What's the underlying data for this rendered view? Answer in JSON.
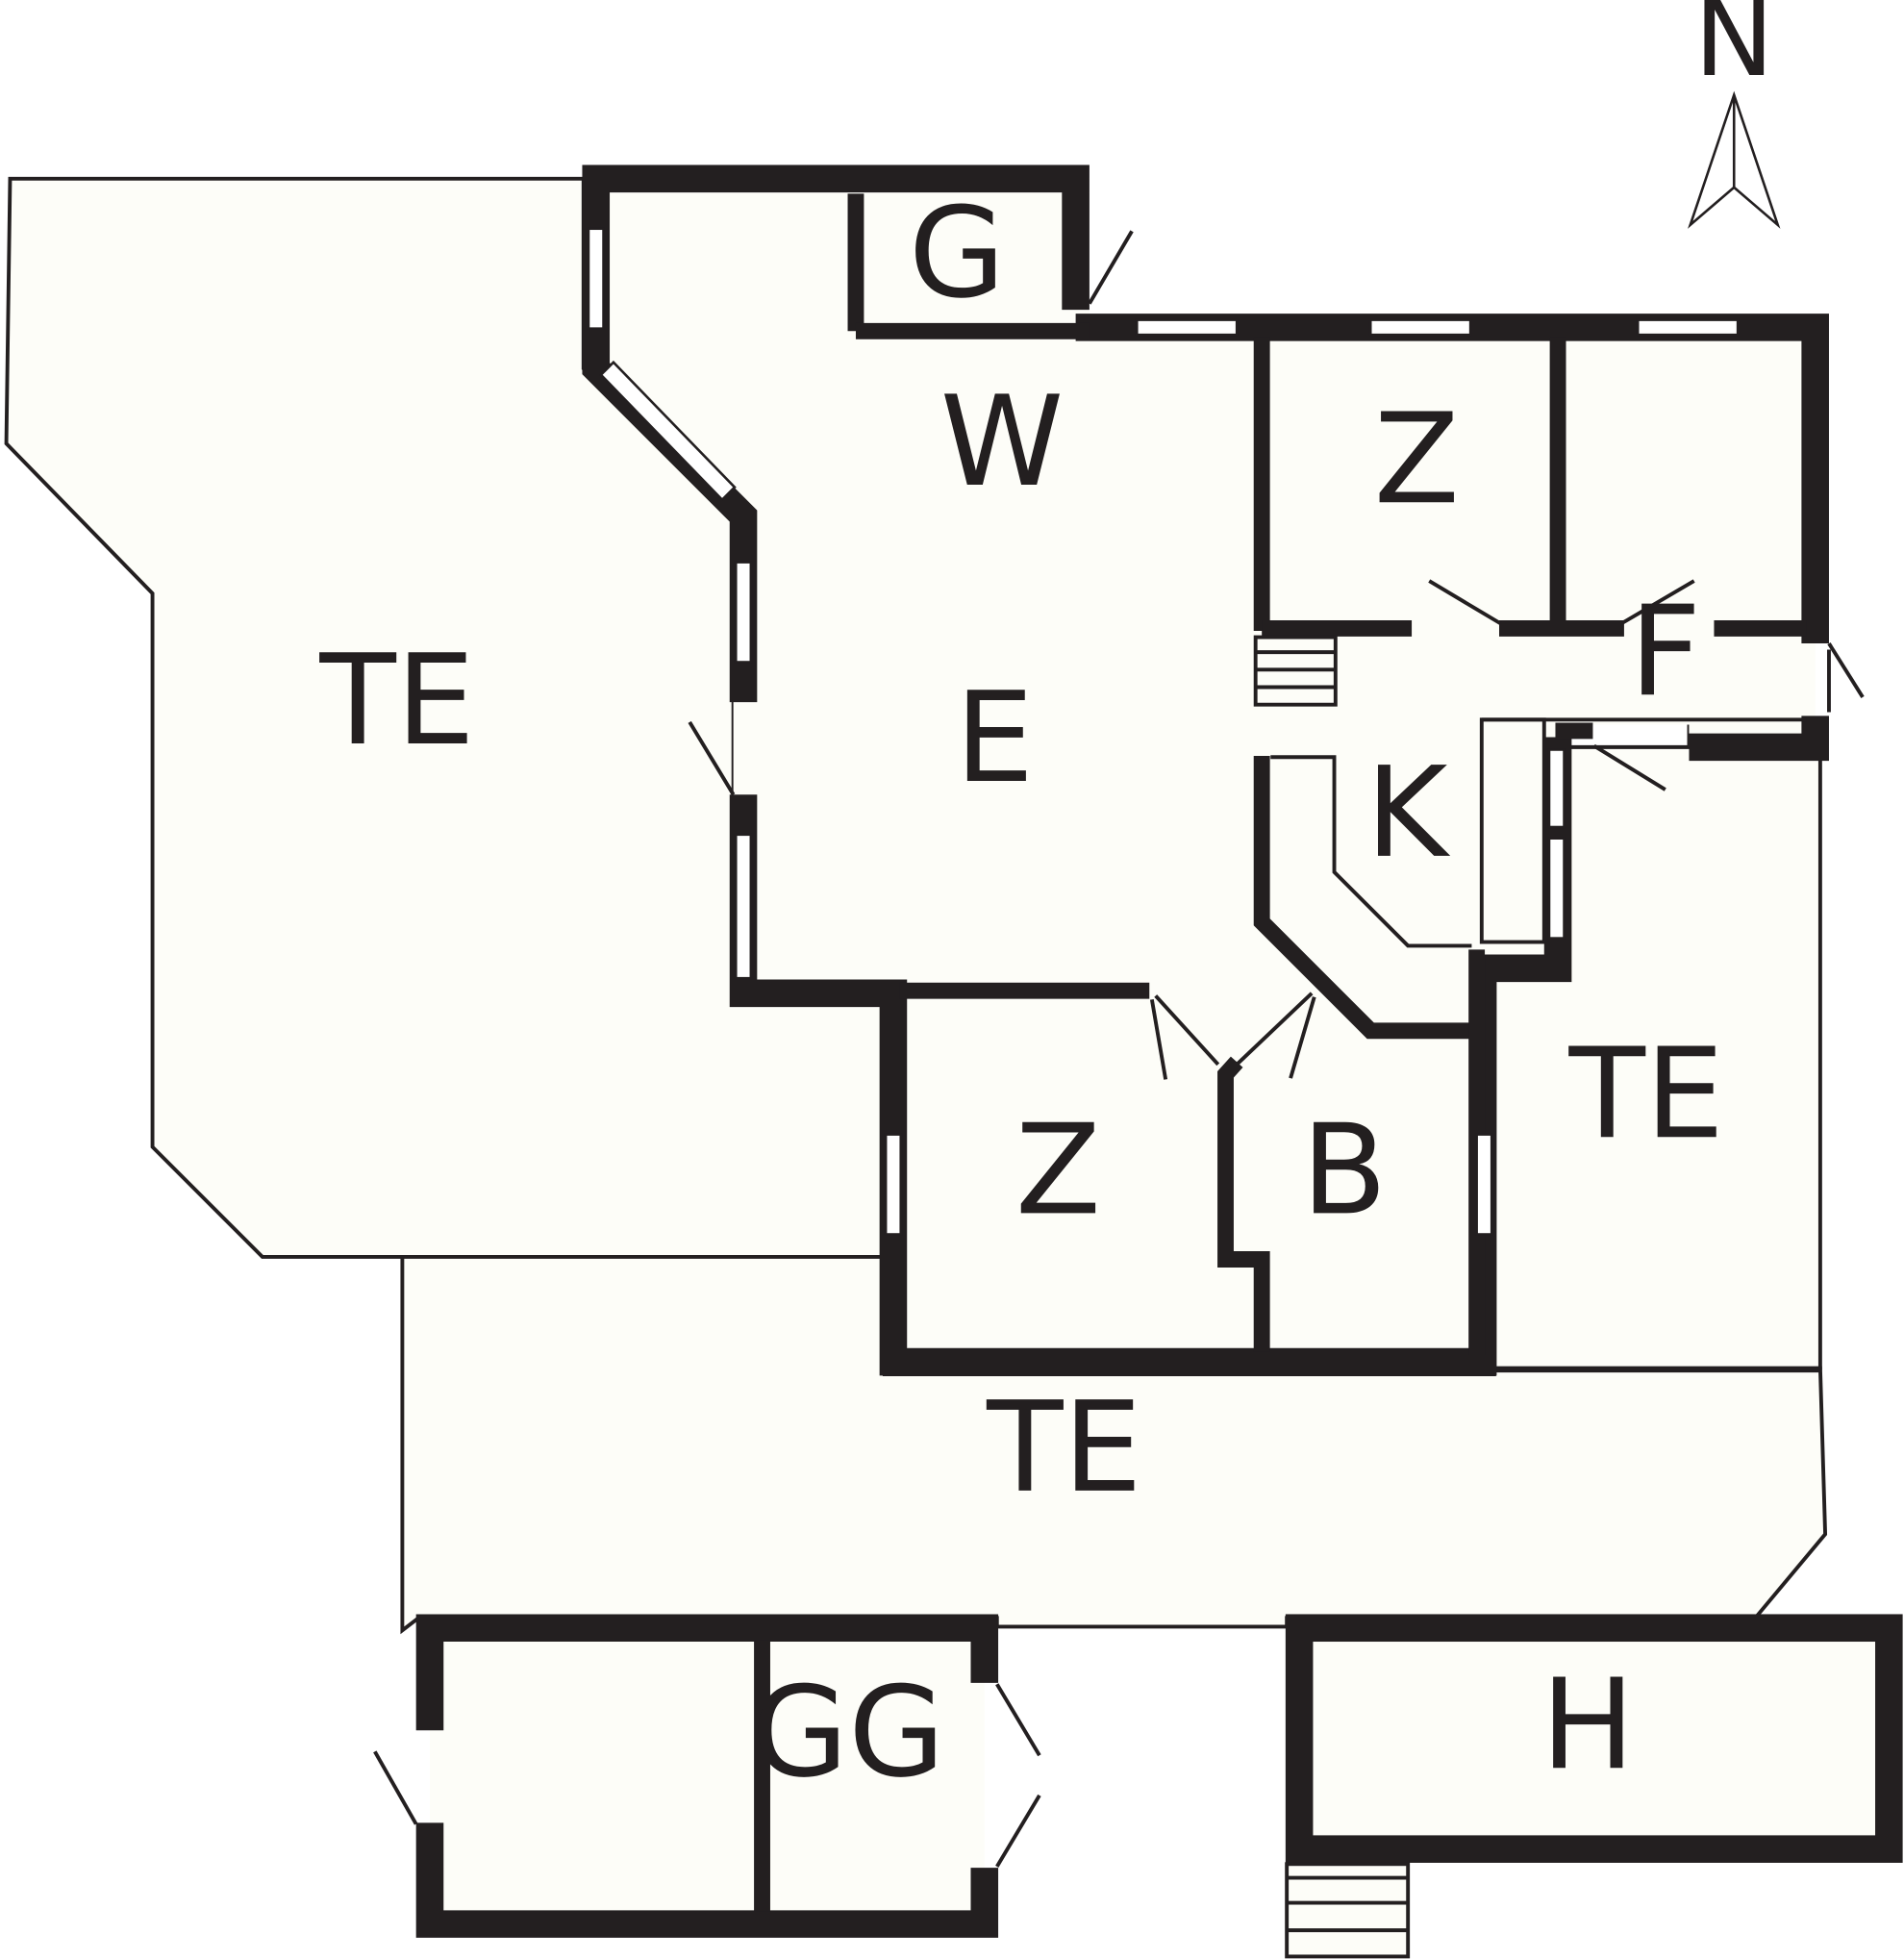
{
  "colors": {
    "wall": "#231f20",
    "floor": "#fdfdf8",
    "background": "#ffffff"
  },
  "compass": {
    "letter": "N",
    "icon": "north-arrow-icon"
  },
  "rooms": {
    "terrace_west": "TE",
    "terrace_east": "TE",
    "terrace_south": "TE",
    "living": "W",
    "dining": "E",
    "wc": "G",
    "bedroom_north": "Z",
    "bedroom_south": "Z",
    "kitchen": "K",
    "bathroom": "B",
    "hallway": "F",
    "garage": "GG",
    "shed": "H"
  }
}
